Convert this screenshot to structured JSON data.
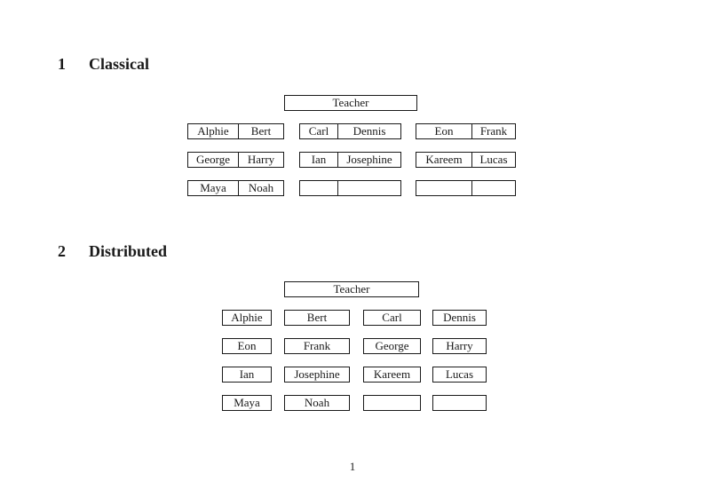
{
  "colors": {
    "text": "#1a1a1a",
    "border": "#1a1a1a",
    "background": "#ffffff"
  },
  "page": {
    "page_number": "1"
  },
  "sections": [
    {
      "number": "1",
      "title": "Classical",
      "teacher_label": "Teacher",
      "layout": "paired-desks",
      "groups": [
        {
          "rows": [
            [
              "Alphie",
              "Bert"
            ],
            [
              "George",
              "Harry"
            ],
            [
              "Maya",
              "Noah"
            ]
          ]
        },
        {
          "rows": [
            [
              "Carl",
              "Dennis"
            ],
            [
              "Ian",
              "Josephine"
            ],
            [
              "",
              ""
            ]
          ]
        },
        {
          "rows": [
            [
              "Eon",
              "Frank"
            ],
            [
              "Kareem",
              "Lucas"
            ],
            [
              "",
              ""
            ]
          ]
        }
      ]
    },
    {
      "number": "2",
      "title": "Distributed",
      "teacher_label": "Teacher",
      "layout": "single-desks",
      "rows": [
        [
          "Alphie",
          "Bert",
          "Carl",
          "Dennis"
        ],
        [
          "Eon",
          "Frank",
          "George",
          "Harry"
        ],
        [
          "Ian",
          "Josephine",
          "Kareem",
          "Lucas"
        ],
        [
          "Maya",
          "Noah",
          "",
          ""
        ]
      ]
    }
  ]
}
